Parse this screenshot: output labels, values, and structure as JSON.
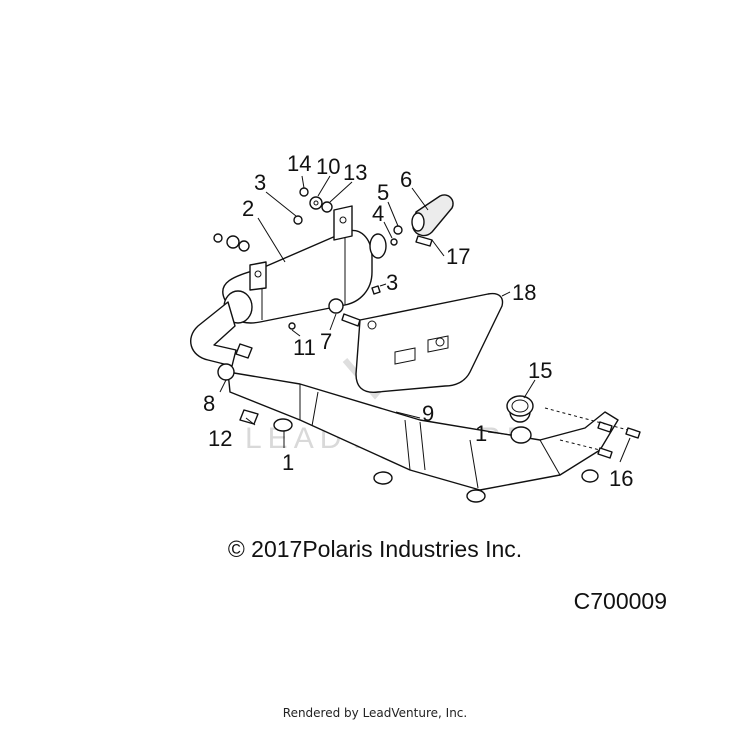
{
  "diagram": {
    "watermark": "LEADVENTURE",
    "callouts": [
      {
        "id": "c14",
        "text": "14"
      },
      {
        "id": "c10",
        "text": "10"
      },
      {
        "id": "c13",
        "text": "13"
      },
      {
        "id": "c3a",
        "text": "3"
      },
      {
        "id": "c5",
        "text": "5"
      },
      {
        "id": "c6",
        "text": "6"
      },
      {
        "id": "c2",
        "text": "2"
      },
      {
        "id": "c4",
        "text": "4"
      },
      {
        "id": "c17",
        "text": "17"
      },
      {
        "id": "c3b",
        "text": "3"
      },
      {
        "id": "c18",
        "text": "18"
      },
      {
        "id": "c7",
        "text": "7"
      },
      {
        "id": "c11",
        "text": "11"
      },
      {
        "id": "c15",
        "text": "15"
      },
      {
        "id": "c8",
        "text": "8"
      },
      {
        "id": "c9",
        "text": "9"
      },
      {
        "id": "c1a",
        "text": "1"
      },
      {
        "id": "c12",
        "text": "12"
      },
      {
        "id": "c1b",
        "text": "1"
      },
      {
        "id": "c16",
        "text": "16"
      }
    ]
  },
  "copyright": "© 2017Polaris Industries Inc.",
  "diagram_code": "C700009",
  "footer": "Rendered by LeadVenture, Inc."
}
